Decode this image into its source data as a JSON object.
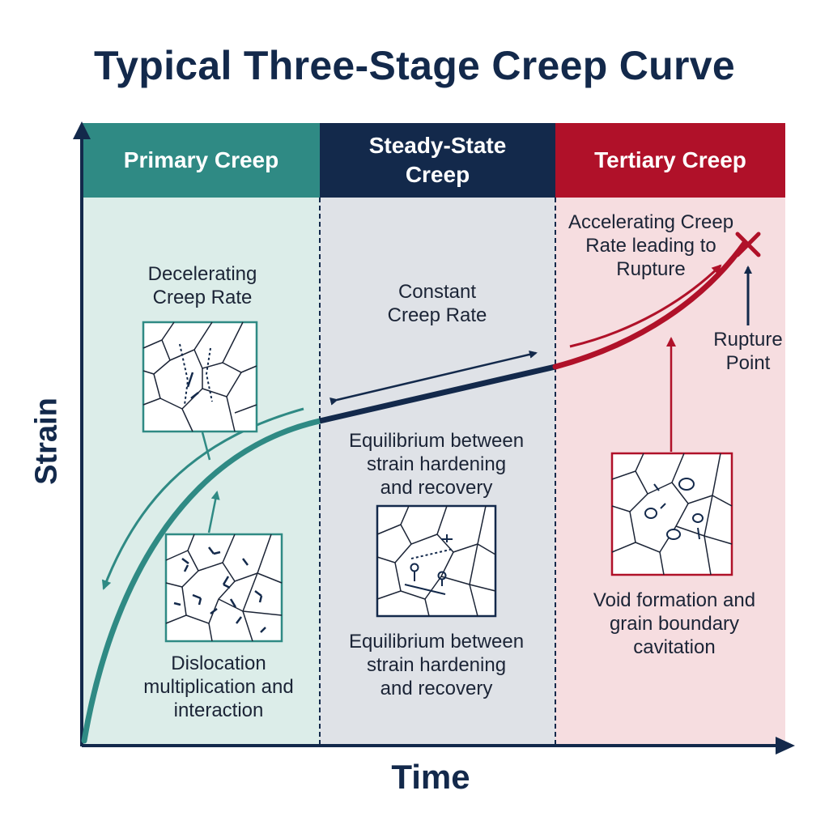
{
  "title": "Typical Three-Stage Creep Curve",
  "axes": {
    "x_label": "Time",
    "y_label": "Strain"
  },
  "stages": {
    "primary": {
      "header": "Primary Creep",
      "rate_label": "Decelerating\nCreep Rate",
      "mechanism": "Dislocation\nmultiplication and\ninteraction",
      "color": "#2f8a84"
    },
    "steady": {
      "header": "Steady-State\nCreep",
      "rate_label": "Constant\nCreep Rate",
      "mechanism_upper": "Equilibrium between\nstrain hardening\nand recovery",
      "mechanism_lower": "Equilibrium between\nstrain hardening\nand recovery",
      "color": "#13294b"
    },
    "tertiary": {
      "header": "Tertiary Creep",
      "rate_label": "Accelerating Creep\nRate leading to\nRupture",
      "rupture_label": "Rupture\nPoint",
      "mechanism": "Void formation and\ngrain boundary\ncavitation",
      "color": "#b01129"
    }
  }
}
